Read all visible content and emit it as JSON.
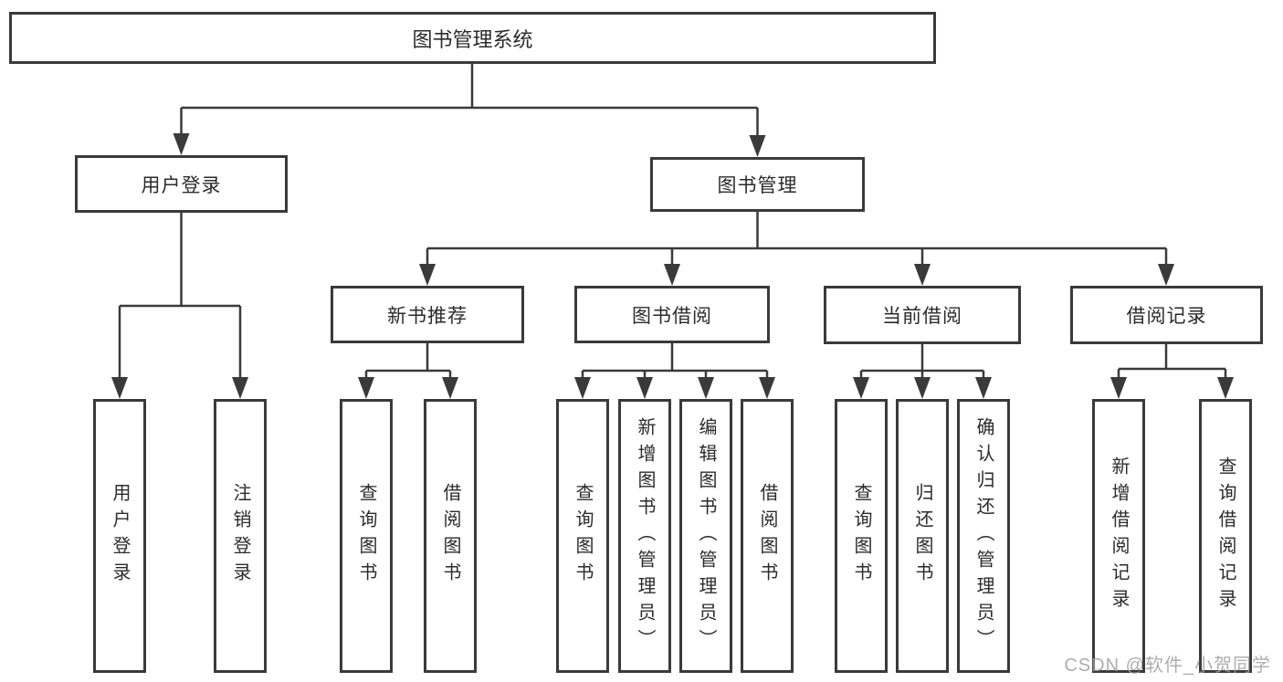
{
  "diagram": {
    "type": "hierarchy-tree",
    "root": {
      "label": "图书管理系统"
    },
    "branches": [
      {
        "label": "用户登录",
        "children": [
          {
            "label": "用户登录"
          },
          {
            "label": "注销登录"
          }
        ]
      },
      {
        "label": "图书管理",
        "sections": [
          {
            "label": "新书推荐",
            "children": [
              {
                "label": "查询图书"
              },
              {
                "label": "借阅图书"
              }
            ]
          },
          {
            "label": "图书借阅",
            "children": [
              {
                "label": "查询图书"
              },
              {
                "label": "新增图书（管理员）"
              },
              {
                "label": "编辑图书（管理员）"
              },
              {
                "label": "借阅图书"
              }
            ]
          },
          {
            "label": "当前借阅",
            "children": [
              {
                "label": "查询图书"
              },
              {
                "label": "归还图书"
              },
              {
                "label": "确认归还（管理员）"
              }
            ]
          },
          {
            "label": "借阅记录",
            "children": [
              {
                "label": "新增借阅记录"
              },
              {
                "label": "查询借阅记录"
              }
            ]
          }
        ]
      }
    ],
    "colors": {
      "line": "#3a3a3a",
      "border": "#3a3a3a",
      "text": "#2b2b2b",
      "background": "#ffffff",
      "watermark": "#9f9f9f"
    },
    "watermark": {
      "text": "CSDN @软件_小贺同学"
    }
  }
}
